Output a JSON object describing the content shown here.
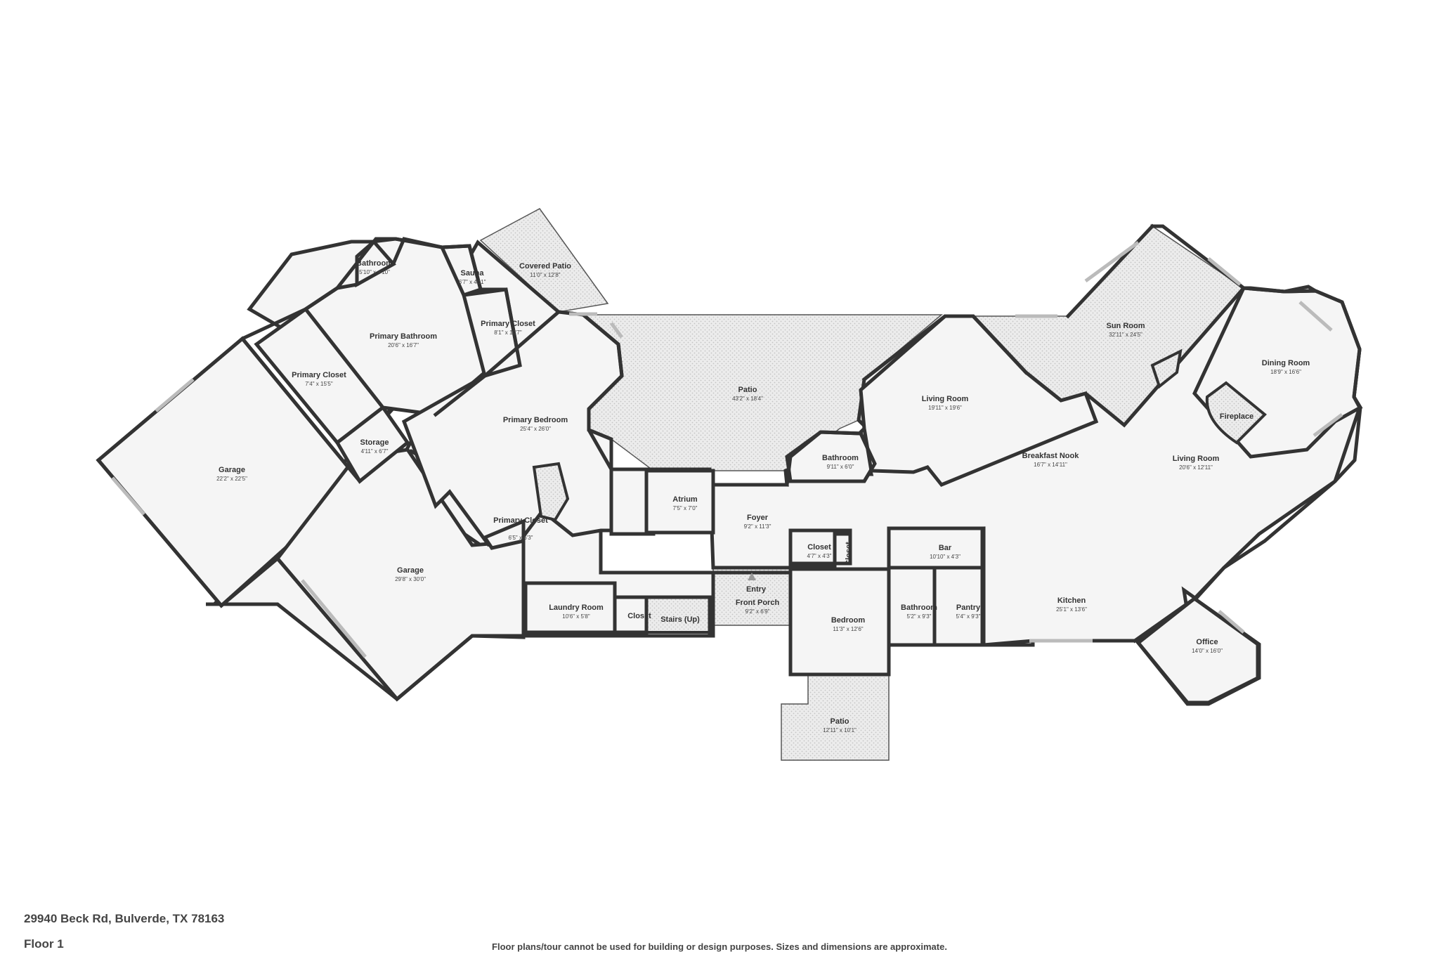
{
  "address": "29940 Beck Rd, Bulverde, TX 78163",
  "floor": "Floor 1",
  "disclaimer": "Floor plans/tour cannot be used for building or design purposes. Sizes and dimensions are approximate.",
  "rooms": {
    "bathroom_top": {
      "name": "Bathroom",
      "dim": "5'10\" x 4'10\""
    },
    "sauna": {
      "name": "Sauna",
      "dim": "6'7\" x 4'11\""
    },
    "covered_patio": {
      "name": "Covered Patio",
      "dim": "11'0\" x 12'8\""
    },
    "primary_bathroom": {
      "name": "Primary Bathroom",
      "dim": "20'6\" x 16'7\""
    },
    "primary_closet_a": {
      "name": "Primary Closet",
      "dim": "8'1\" x 10'7\""
    },
    "primary_closet_b": {
      "name": "Primary Closet",
      "dim": "7'4\" x 15'5\""
    },
    "storage": {
      "name": "Storage",
      "dim": "4'11\" x 6'7\""
    },
    "garage_left": {
      "name": "Garage",
      "dim": "22'2\" x 22'5\""
    },
    "garage_right": {
      "name": "Garage",
      "dim": "29'8\" x 30'0\""
    },
    "primary_bedroom": {
      "name": "Primary Bedroom",
      "dim": "25'4\" x 26'0\""
    },
    "primary_closet_c": {
      "name": "Primary Closet",
      "dim": "6'5\" x 6'3\""
    },
    "patio_main": {
      "name": "Patio",
      "dim": "43'2\" x 18'4\""
    },
    "atrium": {
      "name": "Atrium",
      "dim": "7'5\" x 7'0\""
    },
    "foyer": {
      "name": "Foyer",
      "dim": "9'2\" x 11'3\""
    },
    "laundry": {
      "name": "Laundry Room",
      "dim": "10'6\" x 5'8\""
    },
    "closet_small": {
      "name": "Closet",
      "dim": ""
    },
    "stairs": {
      "name": "Stairs (Up)",
      "dim": ""
    },
    "entry": {
      "name": "Entry",
      "dim": ""
    },
    "front_porch": {
      "name": "Front Porch",
      "dim": "9'2\" x 6'9\""
    },
    "bathroom_mid": {
      "name": "Bathroom",
      "dim": "9'11\" x 6'0\""
    },
    "closet_mid": {
      "name": "Closet",
      "dim": "4'7\" x 4'3\""
    },
    "closet_vertical": {
      "name": "Closet",
      "dim": ""
    },
    "bedroom": {
      "name": "Bedroom",
      "dim": "11'3\" x 12'6\""
    },
    "patio_small": {
      "name": "Patio",
      "dim": "12'11\" x 10'1\""
    },
    "bar": {
      "name": "Bar",
      "dim": "10'10\" x 4'3\""
    },
    "bathroom_small": {
      "name": "Bathroom",
      "dim": "5'2\" x 9'3\""
    },
    "pantry": {
      "name": "Pantry",
      "dim": "5'4\" x 9'3\""
    },
    "living_room_a": {
      "name": "Living Room",
      "dim": "19'11\" x 19'6\""
    },
    "breakfast_nook": {
      "name": "Breakfast Nook",
      "dim": "16'7\" x 14'11\""
    },
    "sun_room": {
      "name": "Sun Room",
      "dim": "32'11\" x 24'5\""
    },
    "dining_room": {
      "name": "Dining Room",
      "dim": "18'9\" x 16'6\""
    },
    "fireplace": {
      "name": "Fireplace",
      "dim": ""
    },
    "living_room_b": {
      "name": "Living Room",
      "dim": "20'6\" x 12'11\""
    },
    "kitchen": {
      "name": "Kitchen",
      "dim": "25'1\" x 13'6\""
    },
    "office": {
      "name": "Office",
      "dim": "14'0\" x 16'0\""
    }
  }
}
